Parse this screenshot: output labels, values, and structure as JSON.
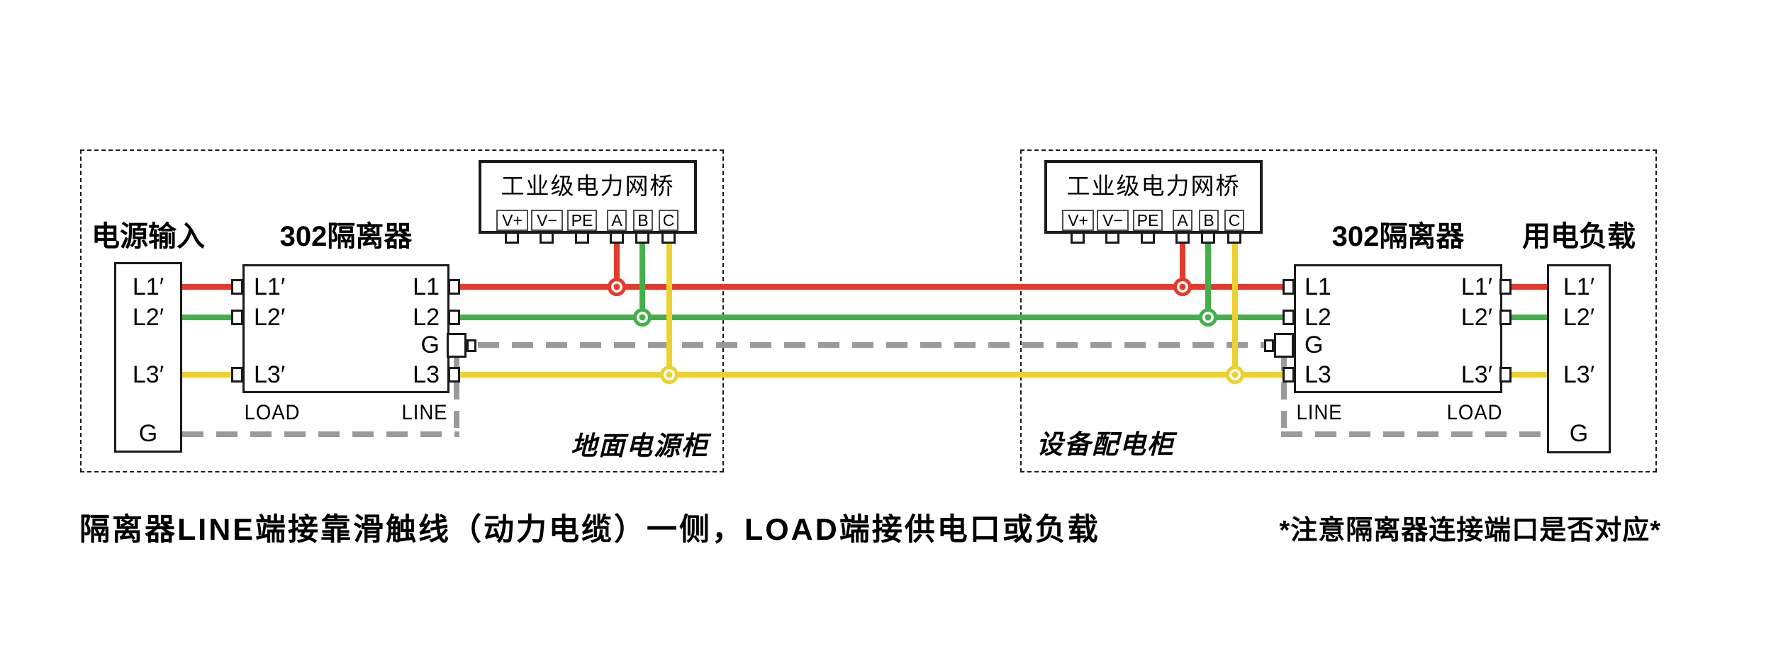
{
  "colors": {
    "phase_l1": "#e23b2d",
    "phase_l2": "#44b049",
    "phase_l3": "#ecd12f",
    "ground": "#9a9a9a"
  },
  "caption": "隔离器LINE端接靠滑触线（动力电缆）一侧，LOAD端接供电口或负载",
  "note": "*注意隔离器连接端口是否对应*",
  "left_cabinet": {
    "name": "地面电源柜",
    "source": {
      "title": "电源输入",
      "terminals": [
        "L1′",
        "L2′",
        "L3′",
        "G"
      ]
    },
    "isolator": {
      "title": "302隔离器",
      "load_side": [
        "L1′",
        "L2′",
        "L3′"
      ],
      "line_side": [
        "L1",
        "L2",
        "G",
        "L3"
      ],
      "load_label": "LOAD",
      "line_label": "LINE"
    },
    "bridge": {
      "title": "工业级电力网桥",
      "terminals": [
        "V+",
        "V−",
        "PE",
        "A",
        "B",
        "C"
      ]
    }
  },
  "right_cabinet": {
    "name": "设备配电柜",
    "bridge": {
      "title": "工业级电力网桥",
      "terminals": [
        "V+",
        "V−",
        "PE",
        "A",
        "B",
        "C"
      ]
    },
    "isolator": {
      "title": "302隔离器",
      "line_side": [
        "L1",
        "L2",
        "G",
        "L3"
      ],
      "load_side": [
        "L1′",
        "L2′",
        "L3′"
      ],
      "line_label": "LINE",
      "load_label": "LOAD"
    },
    "load": {
      "title": "用电负载",
      "terminals": [
        "L1′",
        "L2′",
        "L3′",
        "G"
      ]
    }
  }
}
